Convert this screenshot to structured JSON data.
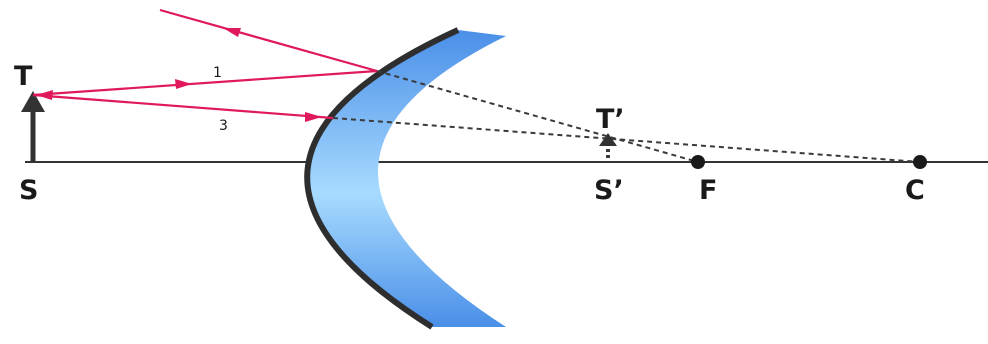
{
  "labels": {
    "object_top": "T",
    "object_base": "S",
    "image_top": "T’",
    "image_base": "S’",
    "focus": "F",
    "center": "C",
    "ray_1": "1",
    "ray_3": "3"
  },
  "colors": {
    "ray": "#e0185c",
    "axis": "#333333",
    "mirror_edge": "#2e2e2e",
    "mirror_light": "#a8dbff",
    "mirror_dark": "#4a8fe8",
    "dashed": "#3a3a3a"
  }
}
